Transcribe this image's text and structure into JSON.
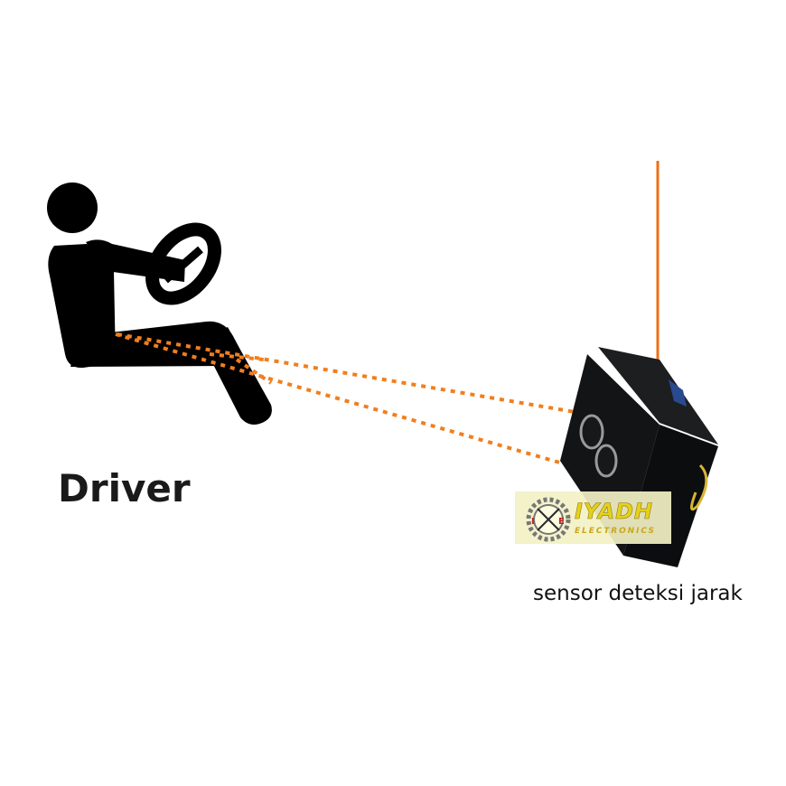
{
  "labels": {
    "driver": "Driver",
    "sensor": "sensor deteksi jarak"
  },
  "watermark": {
    "brand": "IYADH",
    "sub": "ELECTRONICS",
    "initials": [
      "I",
      "E"
    ]
  },
  "colors": {
    "background": "#ffffff",
    "silhouette": "#000000",
    "beam": "#f07f1e",
    "wire": "#ef6f16",
    "sensor_body": "#121416",
    "sensor_accent": "#2a4a90",
    "logo_bg": "#f3f1c4",
    "logo_text": "#e7d118",
    "logo_sub": "#8a7a1e"
  },
  "icons": {
    "driver": "driver-silhouette-icon",
    "wheel": "steering-wheel-icon",
    "sensor": "ultrasonic-sensor-icon",
    "logo": "gear-logo-icon"
  }
}
